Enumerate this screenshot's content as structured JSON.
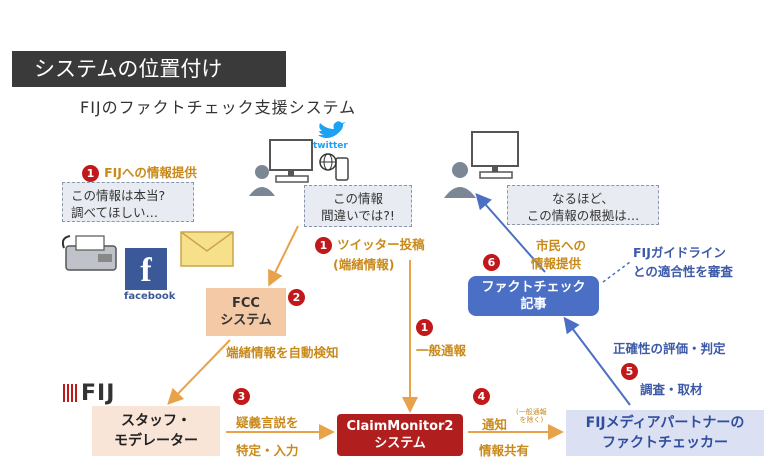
{
  "title": "システムの位置付け",
  "subtitle": "FIJのファクトチェック支援システム",
  "step1a": {
    "num": "1",
    "label": "FIJへの情報提供"
  },
  "bubble_left": {
    "line1": "この情報は本当?",
    "line2": "調べてほしい…"
  },
  "bubble_mid": {
    "line1": "この情報",
    "line2": "間違いでは?!"
  },
  "bubble_right": {
    "line1": "なるほど、",
    "line2": "この情報の根拠は…"
  },
  "twitter_label": "twitter",
  "facebook_label": "facebook",
  "step1b": {
    "num": "1",
    "line1": "ツイッター投稿",
    "line2": "(端緒情報)"
  },
  "step1c": {
    "num": "1",
    "label": "一般通報"
  },
  "fcc": {
    "line1": "FCC",
    "line2": "システム",
    "num": "2"
  },
  "auto_detect": "端緒情報を自動検知",
  "logo": "FIJ",
  "staff": {
    "line1": "スタッフ・",
    "line2": "モデレーター"
  },
  "step3": {
    "num": "3",
    "line1": "疑義言説を",
    "line2": "特定・入力"
  },
  "claim": {
    "line1": "ClaimMonitor2",
    "line2": "システム"
  },
  "step4": {
    "num": "4",
    "line1": "通知",
    "small1": "(一般通報",
    "small2": "を除く)",
    "line2": "情報共有"
  },
  "partner": {
    "line1": "FIJメディアパートナーの",
    "line2": "ファクトチェッカー"
  },
  "step5": {
    "num": "5",
    "eval": "正確性の評価・判定",
    "label": "調査・取材"
  },
  "step6": {
    "num": "6",
    "line1": "市民への",
    "line2": "情報提供"
  },
  "factcheck": {
    "line1": "ファクトチェック",
    "line2": "記事"
  },
  "guideline": {
    "line1": "FIJガイドライン",
    "line2": "との適合性を審査"
  },
  "colors": {
    "accent_red": "#c0181b",
    "orange": "#c98a1c",
    "blue": "#3d5aa8"
  }
}
